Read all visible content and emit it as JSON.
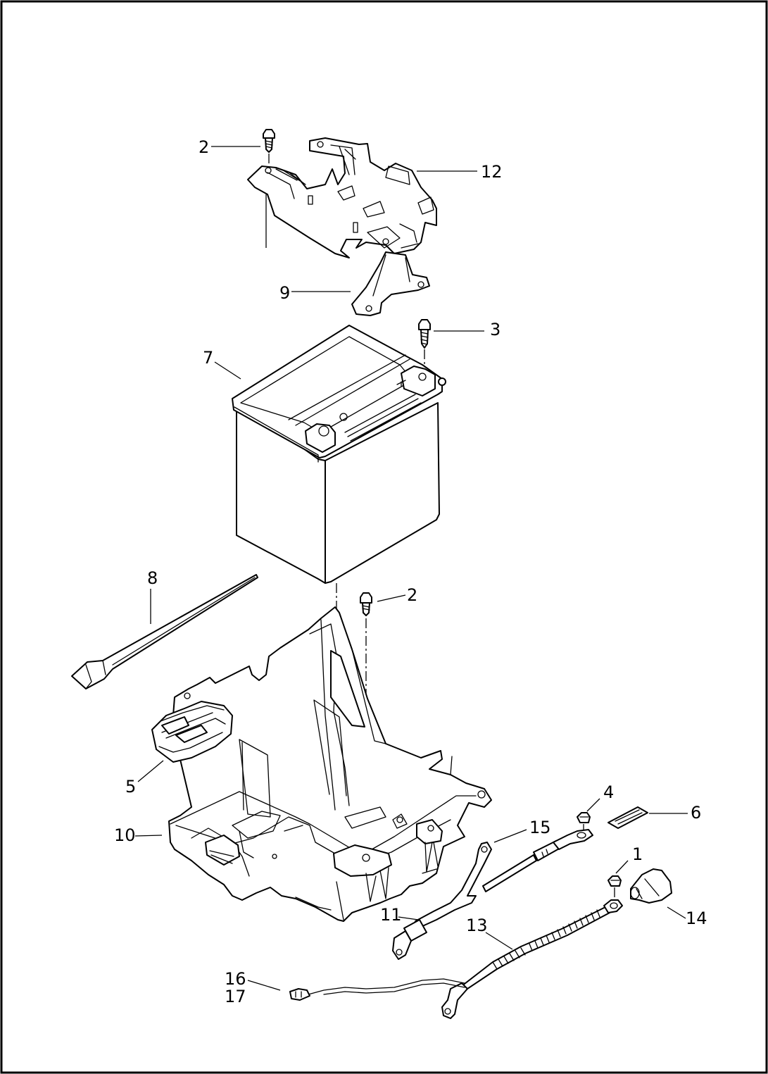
{
  "diagram": {
    "callouts": {
      "c1": "1",
      "c2a": "2",
      "c2b": "2",
      "c3": "3",
      "c4": "4",
      "c5": "5",
      "c6": "6",
      "c7": "7",
      "c8": "8",
      "c9": "9",
      "c10": "10",
      "c11": "11",
      "c12": "12",
      "c13": "13",
      "c14": "14",
      "c15": "15",
      "c16": "16",
      "c17": "17"
    },
    "parts": [
      "screw-2",
      "screw-3",
      "nut-4",
      "nut-1",
      "battery-7",
      "hold-down-bracket-12",
      "bracket-9",
      "cable-strap-8",
      "battery-tray-10",
      "pad-5",
      "label-6",
      "ground-cable-11",
      "cable-15",
      "cable-13",
      "terminal-cover-14",
      "connector-16-17"
    ],
    "colors": {
      "line": "#000000",
      "background": "#ffffff"
    }
  }
}
